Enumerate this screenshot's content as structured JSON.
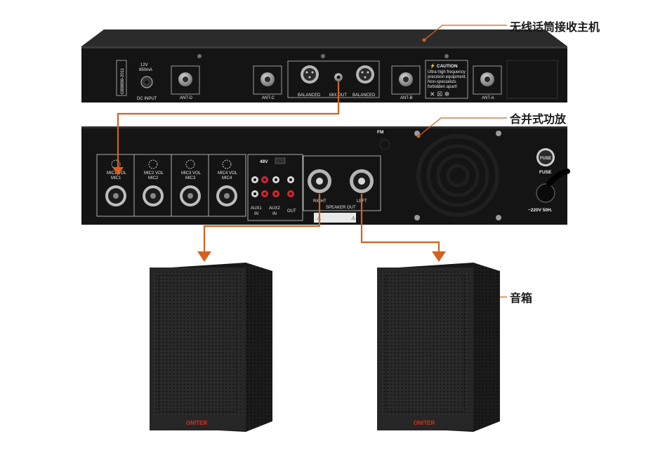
{
  "callouts": {
    "receiver": "无线话筒接收主机",
    "amplifier": "合并式功放",
    "speaker": "音箱"
  },
  "receiver": {
    "vertical_label": "GB8898-2011",
    "power_spec_line1": "12V",
    "power_spec_line2": "850mA",
    "dc_input": "DC INPUT",
    "ant_d": "ANT-D",
    "ant_c": "ANT-C",
    "balanced_left": "BALANCED",
    "mix_out": "MIX OUT",
    "balanced_right": "BALANCED",
    "ant_b": "ANT-B",
    "ant_a": "ANT-A",
    "caution_title": "CAUTION",
    "caution_lines": [
      "Ultra high frequency",
      "precision equipment.",
      "Non-specialists",
      "forbidden apart!"
    ]
  },
  "amplifier": {
    "mic_channels": [
      {
        "vol": "MIC1 VOL",
        "name": "MIC1"
      },
      {
        "vol": "MIC2 VOL",
        "name": "MIC2"
      },
      {
        "vol": "MIC3 VOL",
        "name": "MIC3"
      },
      {
        "vol": "MIC4 VOL",
        "name": "MIC4"
      }
    ],
    "phantom": "48V",
    "aux1": "AUX1",
    "aux2": "AUX2",
    "aux_in": "IN",
    "out": "OUT",
    "fm": "FM",
    "right": "RIGHT",
    "left": "LEFT",
    "speaker_out": "SPEAKER OUT",
    "fuse_cap": "FUSE",
    "fuse_label": "FUSE",
    "power": "~220V 50H."
  },
  "speakers": {
    "brand": "ONITER"
  },
  "colors": {
    "accent": "#d4621e",
    "device_body": "#141414",
    "panel_line": "#bdbdbd",
    "speaker_body": "#262626"
  }
}
